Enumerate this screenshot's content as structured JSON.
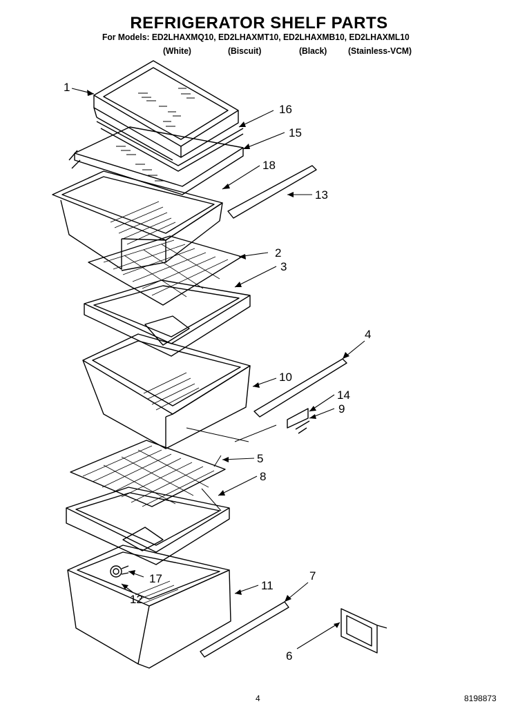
{
  "header": {
    "title": "REFRIGERATOR SHELF PARTS",
    "models": "For Models: ED2LHAXMQ10, ED2LHAXMT10, ED2LHAXMB10, ED2LHAXML10",
    "colors": [
      "(White)",
      "(Biscuit)",
      "(Black)",
      "(Stainless-VCM)"
    ]
  },
  "callouts": [
    "1",
    "16",
    "15",
    "18",
    "13",
    "2",
    "3",
    "4",
    "10",
    "14",
    "9",
    "5",
    "8",
    "7",
    "11",
    "17",
    "12",
    "6"
  ],
  "footer": {
    "page_number": "4",
    "document_number": "8198873"
  }
}
